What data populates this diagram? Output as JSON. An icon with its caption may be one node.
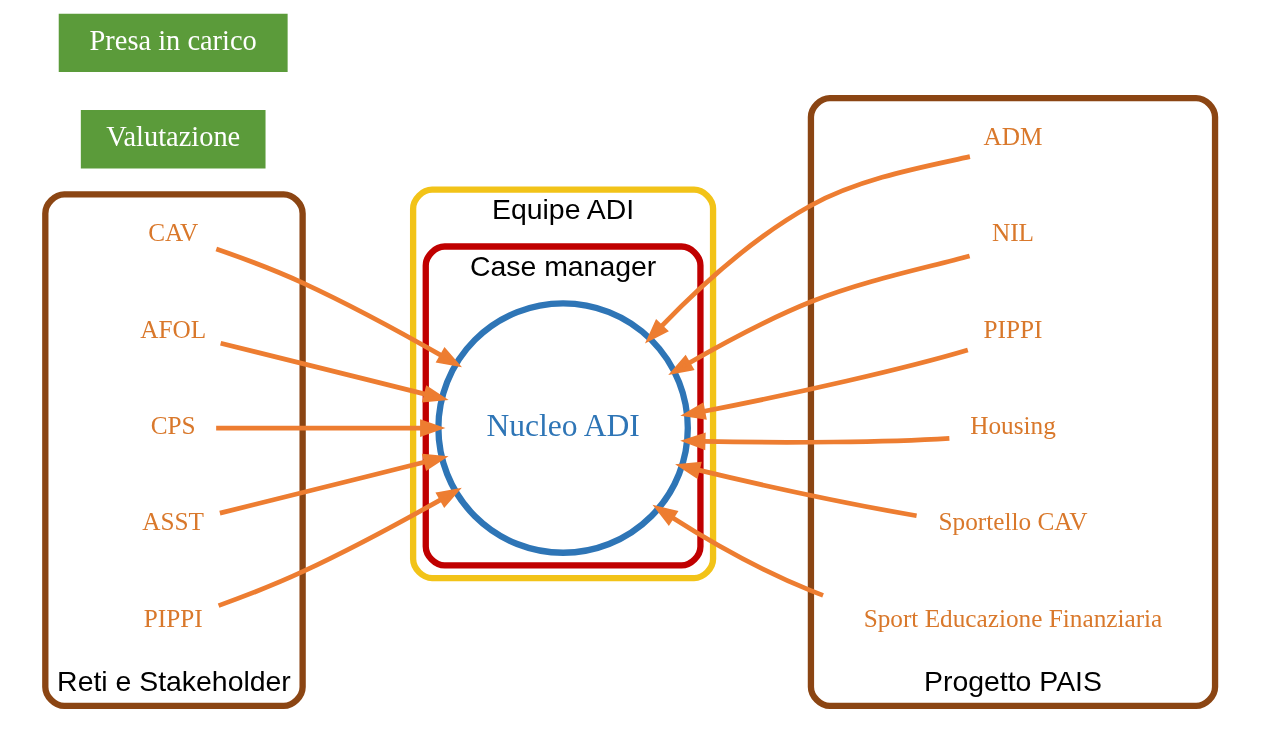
{
  "diagram": {
    "nodes": [
      {
        "text": [
          "Reti e Stakeholder"
        ]
      },
      {
        "text": [
          "CAV"
        ],
        "in": 0
      },
      {
        "text": [
          "AFOL"
        ],
        "in": 0
      },
      {
        "text": [
          "CPS"
        ],
        "in": 0
      },
      {
        "text": [
          "ASST"
        ],
        "in": 0
      },
      {
        "text": [
          "PIPPI"
        ],
        "in": 0
      },
      {
        "text": [
          "Equipe ADI"
        ]
      },
      {
        "text": [
          "Case manager"
        ],
        "in": 6
      },
      {
        "text": [
          "Nucleo ADI"
        ],
        "in": 7
      },
      {
        "text": [
          "Progetto PAIS"
        ]
      },
      {
        "text": [
          "ADM"
        ],
        "in": 9
      },
      {
        "text": [
          "NIL"
        ],
        "in": 9
      },
      {
        "text": [
          "PIPPI"
        ],
        "in": 9
      },
      {
        "text": [
          "Housing"
        ],
        "in": 9
      },
      {
        "text": [
          "Sportello CAV"
        ],
        "in": 9
      },
      {
        "text": [
          "Sport Educazione Finanziaria"
        ],
        "in": 9
      },
      {
        "text": [
          "Valutazione"
        ]
      },
      {
        "text": [
          "Presa in carico"
        ]
      }
    ],
    "edges": [
      {
        "from": 1,
        "to": 8,
        "arrow": "to"
      },
      {
        "from": 2,
        "to": 8,
        "arrow": "to"
      },
      {
        "from": 3,
        "to": 8,
        "arrow": "to"
      },
      {
        "from": 4,
        "to": 8,
        "arrow": "to"
      },
      {
        "from": 5,
        "to": 8,
        "arrow": "to"
      },
      {
        "from": 10,
        "to": 8,
        "arrow": "to"
      },
      {
        "from": 11,
        "to": 8,
        "arrow": "to"
      },
      {
        "from": 12,
        "to": 8,
        "arrow": "to"
      },
      {
        "from": 13,
        "to": 8,
        "arrow": "to"
      },
      {
        "from": 14,
        "to": 8,
        "arrow": "to"
      },
      {
        "from": 15,
        "to": 8,
        "arrow": "to"
      }
    ]
  }
}
